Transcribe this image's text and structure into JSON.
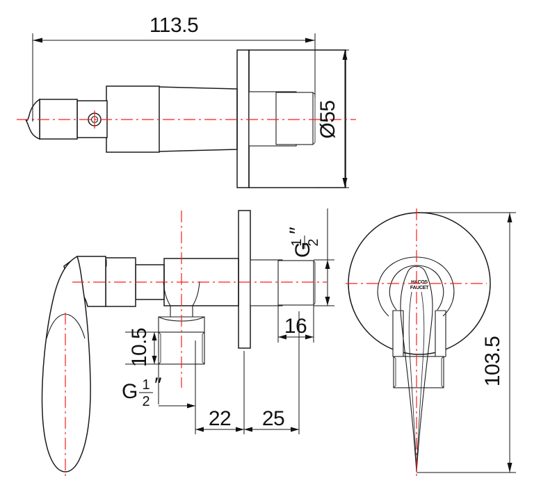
{
  "document": {
    "type": "engineering-drawing",
    "subject": "Concealed shower mixer valve with lever handle",
    "units": "mm",
    "background_color": "#ffffff",
    "line_color": "#1a1a1a",
    "centerline_color": "#ff1a1a"
  },
  "views": {
    "top": {
      "name": "top-view",
      "label": ""
    },
    "side": {
      "name": "side-view",
      "label": ""
    },
    "front": {
      "name": "front-view",
      "label": ""
    }
  },
  "dimensions": {
    "overall_length": {
      "value": "113.5",
      "name": "dimension-113-5",
      "view": "top"
    },
    "escutcheon_diameter": {
      "value": "Ø55",
      "prefix": "Ø",
      "number": "55",
      "name": "dimension-diameter-55",
      "view": "top"
    },
    "outlet_thread_top": {
      "letter": "G",
      "numerator": "1",
      "denominator": "2",
      "suffix": "″",
      "value": "G1/2″",
      "name": "dimension-thread-g-half-inch-right",
      "view": "side"
    },
    "outlet_thread_bottom": {
      "letter": "G",
      "numerator": "1",
      "denominator": "2",
      "suffix": "″",
      "value": "G1/2″",
      "name": "dimension-thread-g-half-inch-bottom",
      "view": "side"
    },
    "outlet_length_16": {
      "value": "16",
      "name": "dimension-16",
      "view": "side"
    },
    "thread_length_10_5": {
      "value": "10.5",
      "name": "dimension-10-5",
      "view": "side"
    },
    "offset_22": {
      "value": "22",
      "name": "dimension-22",
      "view": "side"
    },
    "offset_25": {
      "value": "25",
      "name": "dimension-25",
      "view": "side"
    },
    "escutcheon_height": {
      "value": "103.5",
      "name": "dimension-103-5",
      "view": "front"
    }
  },
  "branding": {
    "logo_line1": "HACOS",
    "logo_line2": "FAUCET",
    "name": "brand-logo"
  }
}
